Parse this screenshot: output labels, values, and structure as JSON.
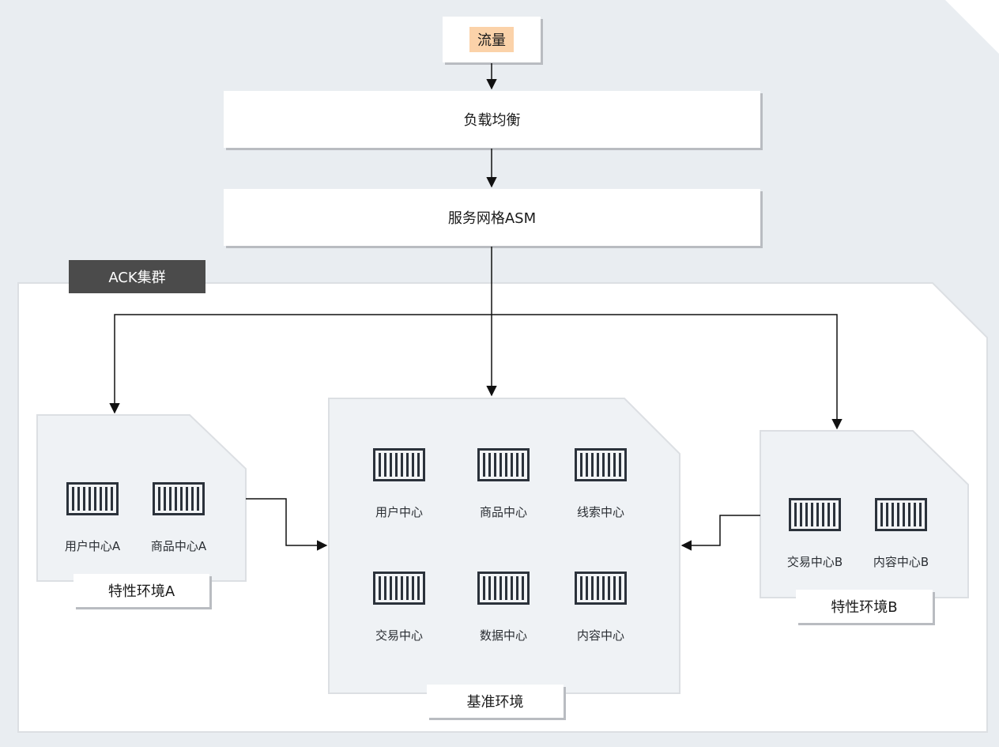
{
  "top": {
    "traffic_label": "流量",
    "load_balancer_label": "负载均衡",
    "mesh_label": "服务网格ASM"
  },
  "cluster": {
    "label": "ACK集群"
  },
  "env_a": {
    "label": "特性环境A",
    "services": [
      {
        "label": "用户中心A",
        "icon": "container-icon"
      },
      {
        "label": "商品中心A",
        "icon": "container-icon"
      }
    ]
  },
  "base_env": {
    "label": "基准环境",
    "services": [
      {
        "label": "用户中心",
        "icon": "container-icon"
      },
      {
        "label": "商品中心",
        "icon": "container-icon"
      },
      {
        "label": "线索中心",
        "icon": "container-icon"
      },
      {
        "label": "交易中心",
        "icon": "container-icon"
      },
      {
        "label": "数据中心",
        "icon": "container-icon"
      },
      {
        "label": "内容中心",
        "icon": "container-icon"
      }
    ]
  },
  "env_b": {
    "label": "特性环境B",
    "services": [
      {
        "label": "交易中心B",
        "icon": "container-icon"
      },
      {
        "label": "内容中心B",
        "icon": "container-icon"
      }
    ]
  },
  "colors": {
    "background": "#e9edf1",
    "panel": "#ffffff",
    "env_fill": "#eff2f5",
    "cluster_tag": "#4b4b4b",
    "traffic_tag": "#fbd2a9",
    "line": "#111111"
  }
}
